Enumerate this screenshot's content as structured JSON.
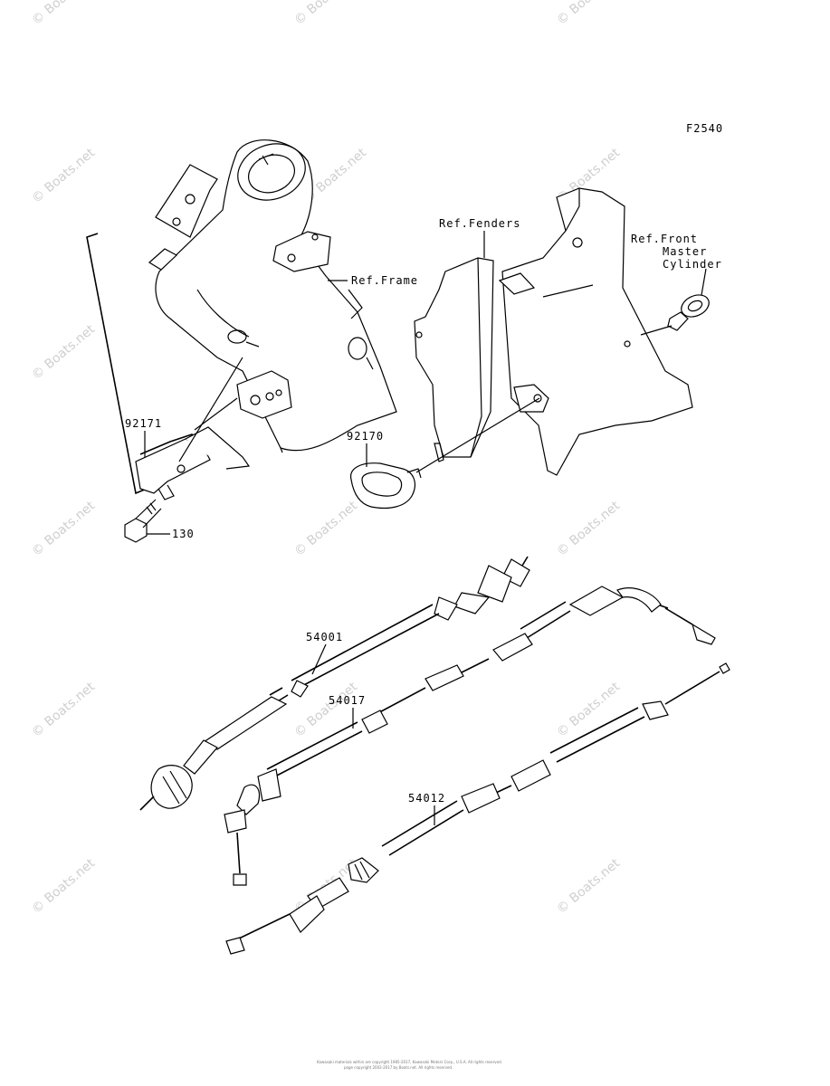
{
  "figure_code": "F2540",
  "watermark": "© Boats.net",
  "labels": {
    "ref_frame": "Ref.Frame",
    "ref_fenders": "Ref.Fenders",
    "ref_front_master_cylinder": [
      "Ref.Front",
      "Master",
      "Cylinder"
    ],
    "part_92171": "92171",
    "part_92170": "92170",
    "part_130": "130",
    "part_54001": "54001",
    "part_54017": "54017",
    "part_54012": "54012"
  },
  "footer": [
    "Kawasaki materials within are copyright 1985-2017, Kawasaki Motors Corp., U.S.A. All rights reserved.",
    "page copyright 2002-2017 by Boats.net. All rights reserved."
  ]
}
